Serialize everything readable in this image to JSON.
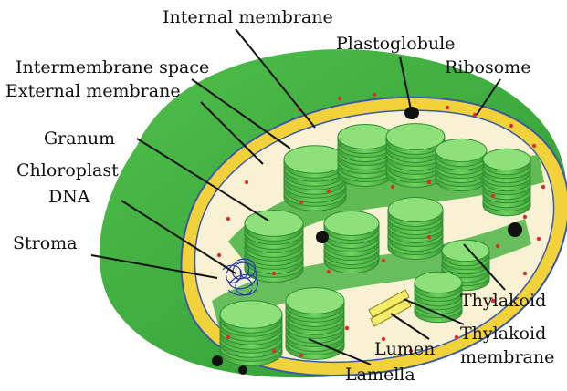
{
  "labels": {
    "internal_membrane": "Internal membrane",
    "plastoglobule": "Plastoglobule",
    "intermembrane_space": "Intermembrane space",
    "ribosome": "Ribosome",
    "external_membrane": "External membrane",
    "granum": "Granum",
    "chloroplast_line1": "Chloroplast",
    "chloroplast_line2": "DNA",
    "stroma": "Stroma",
    "thylakoid": "Thylakoid",
    "thylakoid_membrane_line1": "Thylakoid",
    "thylakoid_membrane_line2": "membrane",
    "lumen": "Lumen",
    "lamella": "Lamella"
  },
  "colors": {
    "outer_green": "#3daa3d",
    "outer_green_dark": "#2a8a2e",
    "membrane_yellow": "#f2d23a",
    "membrane_blue": "#3a5aa8",
    "stroma_cream": "#f8f1d4",
    "thylakoid_green": "#5cc04e",
    "thylakoid_dark": "#2f8c32",
    "thylakoid_light": "#8ee07a",
    "ribosome_red": "#d8302a",
    "plastoglobule_black": "#111111",
    "dna_blue": "#2a3aa8",
    "lumen_yellow": "#f4ec6a"
  }
}
